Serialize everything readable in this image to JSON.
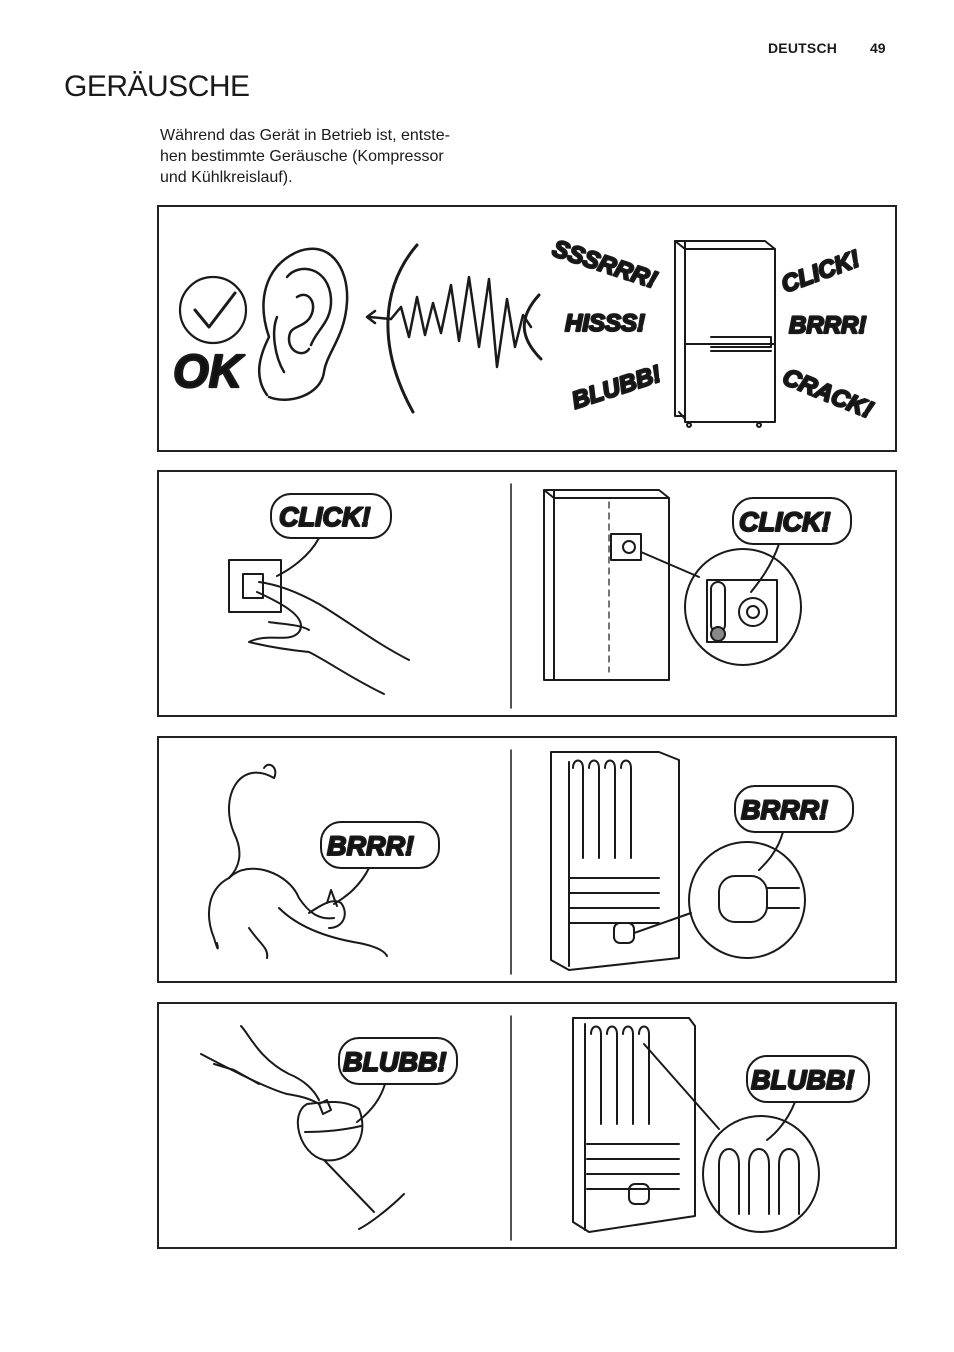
{
  "header": {
    "language": "DEUTSCH",
    "page_number": "49"
  },
  "section": {
    "title": "GERÄUSCHE",
    "intro_lines": [
      "Während das Gerät in Betrieb ist, entste-",
      "hen bestimmte Geräusche (Kompressor",
      "und Kühlkreislauf)."
    ]
  },
  "panel1": {
    "ok_label": "OK",
    "sounds": [
      "SSSRRR!",
      "HISSS!",
      "BLUBB!",
      "CLICK!",
      "BRRR!",
      "CRACK!"
    ]
  },
  "panel2": {
    "left_bubble": "CLICK!",
    "right_bubble": "CLICK!"
  },
  "panel3": {
    "left_bubble": "BRRR!",
    "right_bubble": "BRRR!"
  },
  "panel4": {
    "left_bubble": "BLUBB!",
    "right_bubble": "BLUBB!"
  },
  "colors": {
    "line": "#1a1a1a",
    "background": "#ffffff"
  }
}
